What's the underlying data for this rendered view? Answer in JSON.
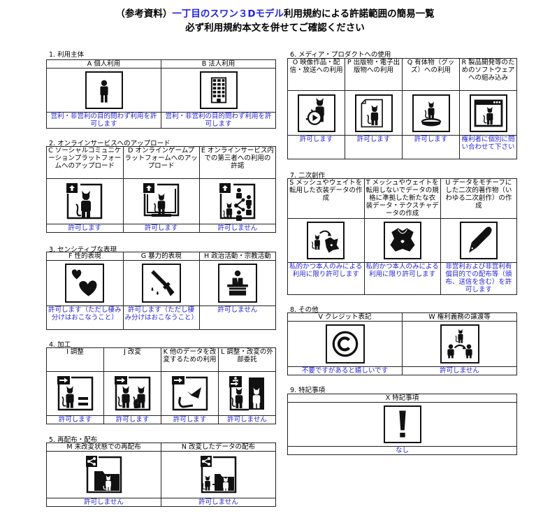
{
  "title": {
    "line1_prefix": "（参考資料）",
    "line1_highlight": "一丁目のスワン３Dモデル",
    "line1_suffix": "利用規約による許諾範囲の簡易一覧",
    "line2": "必ず利用規約本文を併せてご確認ください",
    "highlight_color": "#2323e0"
  },
  "sections": [
    {
      "label": "1. 利用主体",
      "items": [
        {
          "header": "A 個人利用",
          "icon": "person-icon",
          "status": "営利・非営利の目的問わず利用を許可します"
        },
        {
          "header": "B 法人利用",
          "icon": "building-icon",
          "status": "営利・非営利の目的問わず利用を許可します"
        }
      ]
    },
    {
      "label": "2. オンラインサービスへのアップロード",
      "items": [
        {
          "header": "C ソーシャルコミュニケーションプラットフォームへのアップロード",
          "icon": "upload-avatar-icon",
          "status": "許可します"
        },
        {
          "header": "D オンラインゲームプラットフォームへのアップロード",
          "icon": "upload-game-monitor-icon",
          "status": "許可します"
        },
        {
          "header": "E オンラインサービス内での第三者への利用の許諾",
          "icon": "upload-share-users-icon",
          "status": "許可しません"
        }
      ]
    },
    {
      "label": "3. センシティブな表現",
      "items": [
        {
          "header": "F 性的表現",
          "icon": "hearts-icon",
          "status": "許可します（ただし棲み分けはおこなうこと）"
        },
        {
          "header": "G 暴力的表現",
          "icon": "knife-blood-icon",
          "status": "許可します（ただし棲み分けはおこなうこと）"
        },
        {
          "header": "H 政治活動・宗教活動",
          "icon": "podium-speaker-icon",
          "status": "許可しません"
        }
      ]
    },
    {
      "label": "4. 加工",
      "items": [
        {
          "header": "I 調整",
          "icon": "adjust-equal-icon",
          "status": "許可します"
        },
        {
          "header": "J 改変",
          "icon": "modify-avatar-icon",
          "status": "許可します"
        },
        {
          "header": "K 他のデータを改変するための利用",
          "icon": "parts-reuse-icon",
          "status": "許可します"
        },
        {
          "header": "L 調整・改変の外部委託",
          "icon": "outsource-icon",
          "status": "許可しません"
        }
      ]
    },
    {
      "label": "5. 再配布・配布",
      "items": [
        {
          "header": "M 未改変状態での再配布",
          "icon": "share-folder-icon",
          "status": "許可しません"
        },
        {
          "header": "N 改変したデータの配布",
          "icon": "share-modified-folder-icon",
          "status": "許可しません"
        }
      ]
    },
    {
      "label": "6. メディア・プロダクトへの使用",
      "items": [
        {
          "header": "O 映像作品・配信・放送への利用",
          "icon": "video-play-icon",
          "status": "許可します"
        },
        {
          "header": "P 出版物・電子出版物への利用",
          "icon": "document-publication-icon",
          "status": "許可します"
        },
        {
          "header": "Q 有体物（グッズ）への利用",
          "icon": "figure-goods-icon",
          "status": "許可します"
        },
        {
          "header": "R 製品開発等のためのソフトウェアへの組み込み",
          "icon": "software-window-icon",
          "status": "権利者に個別に問い合わせて下さい"
        }
      ]
    },
    {
      "label": "7. 二次創作",
      "items": [
        {
          "header": "S メッシュやウェイトを転用した衣装データの作成",
          "icon": "mesh-transfer-costume-icon",
          "status": "私的かつ本人のみによる利用に限り許可します"
        },
        {
          "header": "T メッシュやウェイトを転用しないでデータの規格に準拠した新たな衣装データ・テクスチャデータの作成",
          "icon": "costume-icon",
          "status": "私的かつ本人のみによる利用に限り許可します"
        },
        {
          "header": "U データをモチーフにした二次的著作物（いわゆる二次創作）の作成",
          "icon": "fountain-pen-icon",
          "status": "非営利および非営利有償目的での配布等（頒布、送信を含む）を許可します"
        }
      ]
    },
    {
      "label": "8. その他",
      "items": [
        {
          "header": "V クレジット表記",
          "icon": "copyright-icon",
          "status": "不要ですがあると嬉しいです"
        },
        {
          "header": "W 権利義務の譲渡等",
          "icon": "rights-transfer-icon",
          "status": "許可しません"
        }
      ]
    },
    {
      "label": "9. 特記事項",
      "items": [
        {
          "header": "X 特記事項",
          "icon": "exclamation-icon",
          "status": "なし"
        }
      ]
    }
  ],
  "colors": {
    "status_text": "#2323d8",
    "border": "#222222"
  }
}
